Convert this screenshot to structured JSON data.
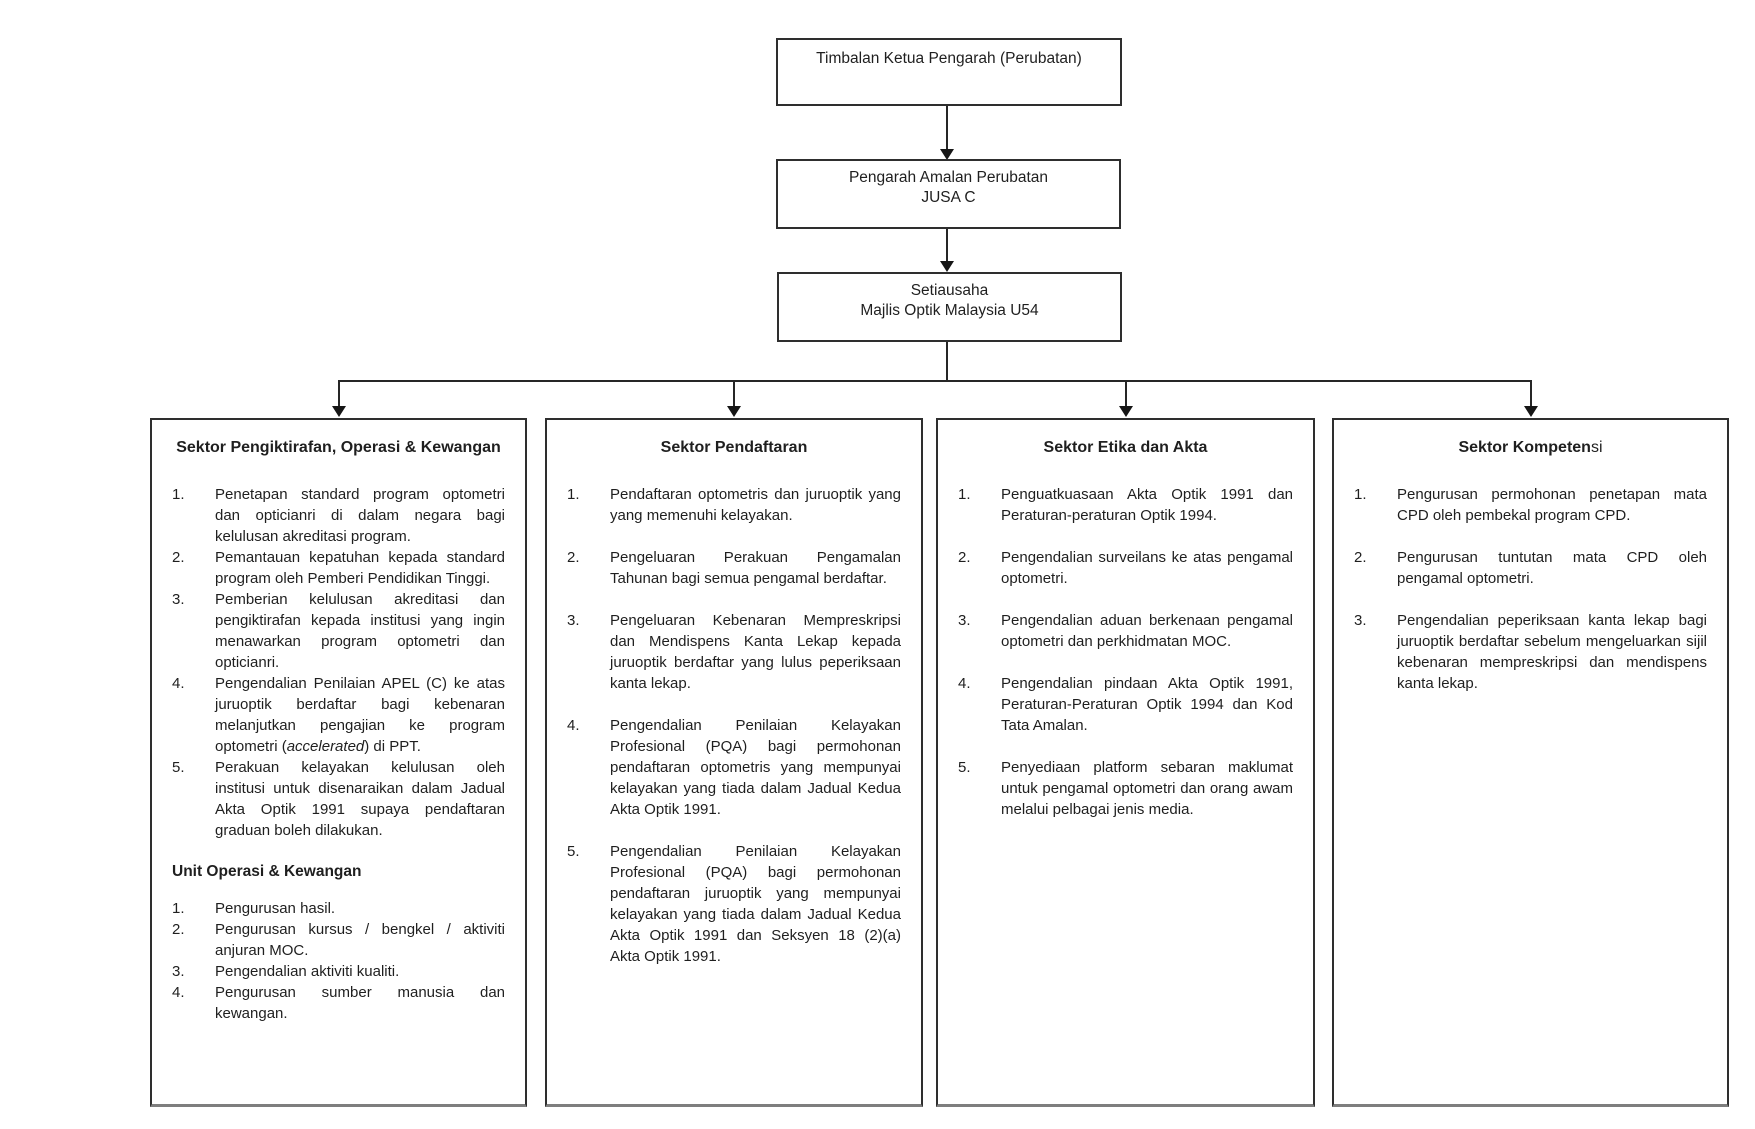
{
  "colors": {
    "line": "#262626",
    "text": "#1f1f1f",
    "background": "#ffffff",
    "border_bottom": "#7e7e7e"
  },
  "chain": {
    "timbalan": {
      "line1": "Timbalan Ketua Pengarah (Perubatan)",
      "line2": ""
    },
    "pengarah": {
      "line1": "Pengarah Amalan Perubatan",
      "line2": "JUSA C"
    },
    "setiausaha": {
      "line1": "Setiausaha",
      "line2": "Majlis Optik Malaysia U54"
    }
  },
  "sectors": {
    "pengiktirafan": {
      "title_bold": "Sektor Pengiktirafan, Operasi & Kewangan",
      "title_tail": "",
      "items": [
        {
          "num": "1.",
          "text": "Penetapan standard program optometri dan opticianri di dalam negara bagi kelulusan akreditasi program."
        },
        {
          "num": "2.",
          "text": "Pemantauan kepatuhan kepada standard program oleh Pemberi Pendidikan Tinggi."
        },
        {
          "num": "3.",
          "text": "Pemberian kelulusan akreditasi dan pengiktirafan kepada institusi yang ingin menawarkan program optometri dan opticianri."
        },
        {
          "num": "4.",
          "parts": [
            {
              "t": "Pengendalian Penilaian APEL (C) ke atas juruoptik berdaftar bagi kebenaran melanjutkan pengajian ke program optometri ("
            },
            {
              "t": "accelerated",
              "i": true
            },
            {
              "t": ") di PPT."
            }
          ]
        },
        {
          "num": "5.",
          "text": "Perakuan kelayakan kelulusan oleh institusi untuk disenaraikan dalam Jadual Akta Optik 1991 supaya pendaftaran graduan boleh dilakukan."
        }
      ],
      "subheading": "Unit Operasi & Kewangan",
      "unit_items": [
        {
          "num": "1.",
          "text": "Pengurusan hasil."
        },
        {
          "num": "2.",
          "text": "Pengurusan kursus / bengkel / aktiviti anjuran MOC."
        },
        {
          "num": "3.",
          "text": "Pengendalian aktiviti kualiti."
        },
        {
          "num": "4.",
          "text": "Pengurusan sumber manusia dan kewangan."
        }
      ]
    },
    "pendaftaran": {
      "title_bold": "Sektor Pendaftaran",
      "title_tail": "",
      "items": [
        {
          "num": "1.",
          "text": "Pendaftaran optometris dan juruoptik yang yang memenuhi kelayakan."
        },
        {
          "num": "2.",
          "text": "Pengeluaran Perakuan Pengamalan Tahunan bagi semua pengamal berdaftar."
        },
        {
          "num": "3.",
          "text": "Pengeluaran Kebenaran Mempreskripsi dan Mendispens Kanta Lekap kepada juruoptik berdaftar yang lulus peperiksaan kanta lekap."
        },
        {
          "num": "4.",
          "text": "Pengendalian Penilaian Kelayakan Profesional (PQA) bagi permohonan pendaftaran optometris yang mempunyai kelayakan yang tiada dalam Jadual Kedua Akta Optik 1991."
        },
        {
          "num": "5.",
          "text": "Pengendalian Penilaian Kelayakan Profesional (PQA) bagi permohonan pendaftaran juruoptik yang mempunyai kelayakan yang tiada dalam Jadual Kedua Akta Optik 1991 dan Seksyen 18 (2)(a) Akta Optik 1991."
        }
      ]
    },
    "etika": {
      "title_bold": "Sektor Etika dan Akta",
      "title_tail": "",
      "items": [
        {
          "num": "1.",
          "text": "Penguatkuasaan Akta Optik 1991 dan Peraturan-peraturan Optik 1994."
        },
        {
          "num": "2.",
          "text": "Pengendalian surveilans ke atas pengamal optometri."
        },
        {
          "num": "3.",
          "text": "Pengendalian aduan berkenaan pengamal optometri dan perkhidmatan MOC."
        },
        {
          "num": "4.",
          "text": "Pengendalian pindaan Akta Optik 1991, Peraturan-Peraturan Optik 1994 dan Kod Tata Amalan."
        },
        {
          "num": "5.",
          "text": "Penyediaan platform sebaran maklumat untuk pengamal optometri dan orang awam melalui pelbagai jenis media."
        }
      ]
    },
    "kompetensi": {
      "title_bold": "Sektor Kompeten",
      "title_tail": "si",
      "items": [
        {
          "num": "1.",
          "text": "Pengurusan permohonan penetapan mata CPD oleh pembekal program CPD."
        },
        {
          "num": "2.",
          "text": "Pengurusan tuntutan mata CPD oleh pengamal optometri."
        },
        {
          "num": "3.",
          "text": "Pengendalian peperiksaan kanta lekap bagi juruoptik berdaftar sebelum mengeluarkan sijil kebenaran mempreskripsi dan mendispens kanta lekap."
        }
      ]
    }
  }
}
